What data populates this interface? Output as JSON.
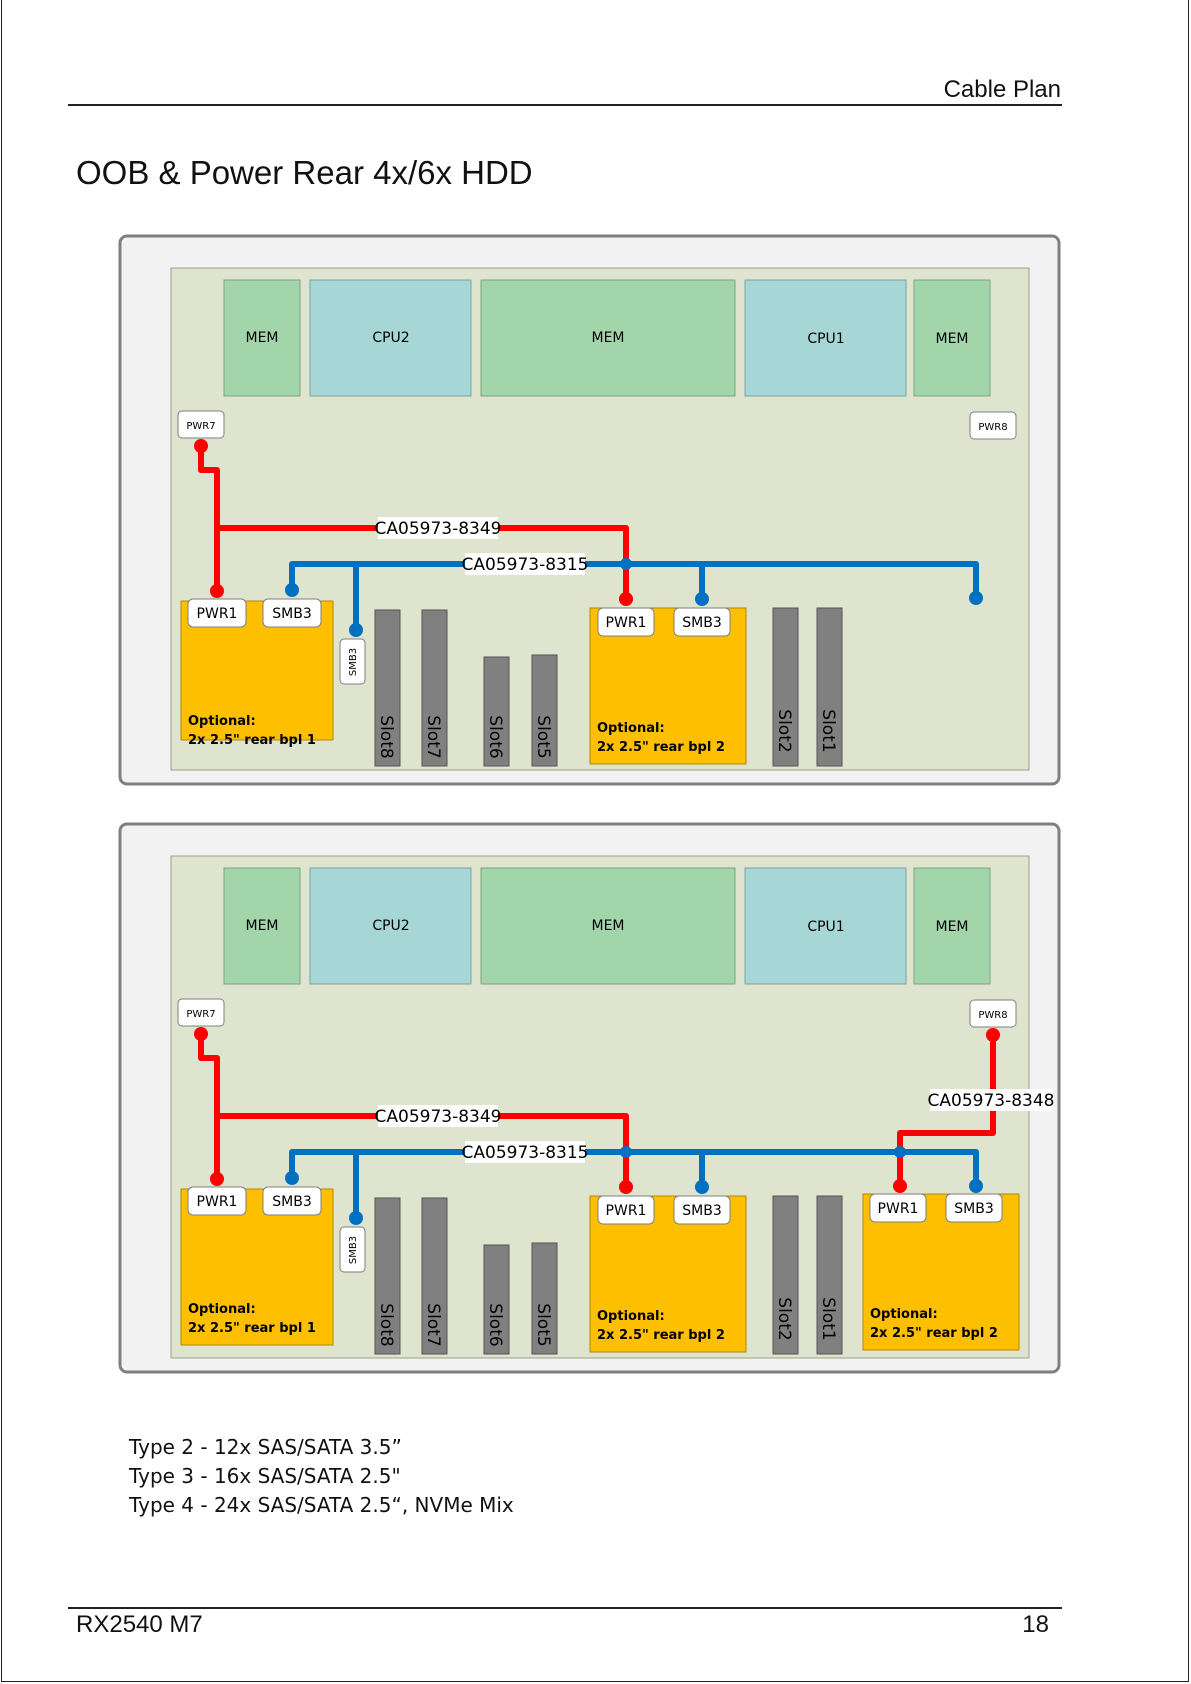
{
  "header": {
    "title": "Cable Plan"
  },
  "page_title": "OOB & Power Rear 4x/6x HDD",
  "colors": {
    "mem": "#a3d5ab",
    "cpu": "#a6d6d5",
    "board": "#dfe4cf",
    "optional_bpl": "#fdbf00",
    "slot": "#808080",
    "power_cable": "#ff0000",
    "oob_cable": "#0070c0"
  },
  "diagrams": [
    {
      "top_components": [
        "MEM",
        "CPU2",
        "MEM",
        "CPU1",
        "MEM"
      ],
      "pwr7": "PWR7",
      "pwr8": "PWR8",
      "smb3_vertical": "SMB3",
      "bpl1": {
        "pwr": "PWR1",
        "smb": "SMB3",
        "line1": "Optional:",
        "line2": "2x  2.5\" rear bpl 1"
      },
      "bpl2": {
        "pwr": "PWR1",
        "smb": "SMB3",
        "line1": "Optional:",
        "line2": "2x  2.5\" rear bpl 2"
      },
      "slots": [
        "Slot8",
        "Slot7",
        "Slot6",
        "Slot5",
        "Slot2",
        "Slot1"
      ],
      "cables": {
        "power": "CA05973-8349",
        "oob": "CA05973-8315"
      }
    },
    {
      "top_components": [
        "MEM",
        "CPU2",
        "MEM",
        "CPU1",
        "MEM"
      ],
      "pwr7": "PWR7",
      "pwr8": "PWR8",
      "smb3_vertical": "SMB3",
      "bpl1": {
        "pwr": "PWR1",
        "smb": "SMB3",
        "line1": "Optional:",
        "line2": "2x  2.5\" rear bpl 1"
      },
      "bpl2": {
        "pwr": "PWR1",
        "smb": "SMB3",
        "line1": "Optional:",
        "line2": "2x  2.5\" rear bpl 2"
      },
      "bpl3": {
        "pwr": "PWR1",
        "smb": "SMB3",
        "line1": "Optional:",
        "line2": "2x  2.5\" rear bpl 2"
      },
      "slots": [
        "Slot8",
        "Slot7",
        "Slot6",
        "Slot5",
        "Slot2",
        "Slot1"
      ],
      "cables": {
        "power": "CA05973-8349",
        "oob": "CA05973-8315",
        "power2": "CA05973-8348"
      }
    }
  ],
  "notes": [
    "Type 2 - 12x SAS/SATA 3.5”",
    "Type 3 - 16x SAS/SATA 2.5\"",
    "Type 4 - 24x SAS/SATA 2.5“, NVMe Mix"
  ],
  "footer": {
    "model": "RX2540 M7",
    "page": "18"
  }
}
